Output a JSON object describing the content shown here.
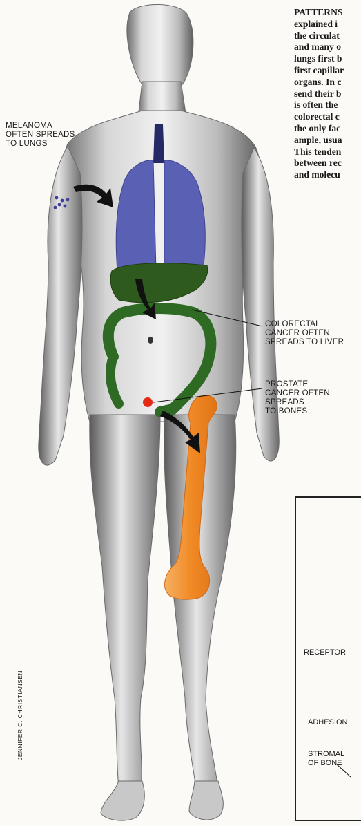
{
  "intro_paragraph": {
    "lines": [
      "PATTERNS",
      "explained i",
      "the circulat",
      "and many o",
      "lungs first b",
      "first capillar",
      "organs. In c",
      "send their b",
      "is often the",
      "colorectal c",
      "the only fac",
      "ample, usua",
      "This tenden",
      "between rec",
      "and molecu"
    ]
  },
  "callouts": {
    "melanoma": [
      "MELANOMA",
      "OFTEN SPREADS",
      "TO LUNGS"
    ],
    "colorectal": [
      "COLORECTAL",
      "CANCER OFTEN",
      "SPREADS TO LIVER"
    ],
    "prostate": [
      "PROSTATE",
      "CANCER OFTEN",
      "SPREADS",
      "TO BONES"
    ]
  },
  "inset_box": {
    "labels": {
      "receptor": "RECEPTOR",
      "adhesion": "ADHESION",
      "stromal": [
        "STROMAL",
        "OF BONE"
      ]
    }
  },
  "credit": "JENNIFER C. CHRISTIANSEN",
  "colors": {
    "lungs": "#5a60b4",
    "liver": "#2f5a1e",
    "colon": "#2f6a24",
    "bone": "#f29a3e",
    "prostate": "#e42a14",
    "melanoma": "#3c3f9a",
    "skin": "#b9b9b9"
  }
}
